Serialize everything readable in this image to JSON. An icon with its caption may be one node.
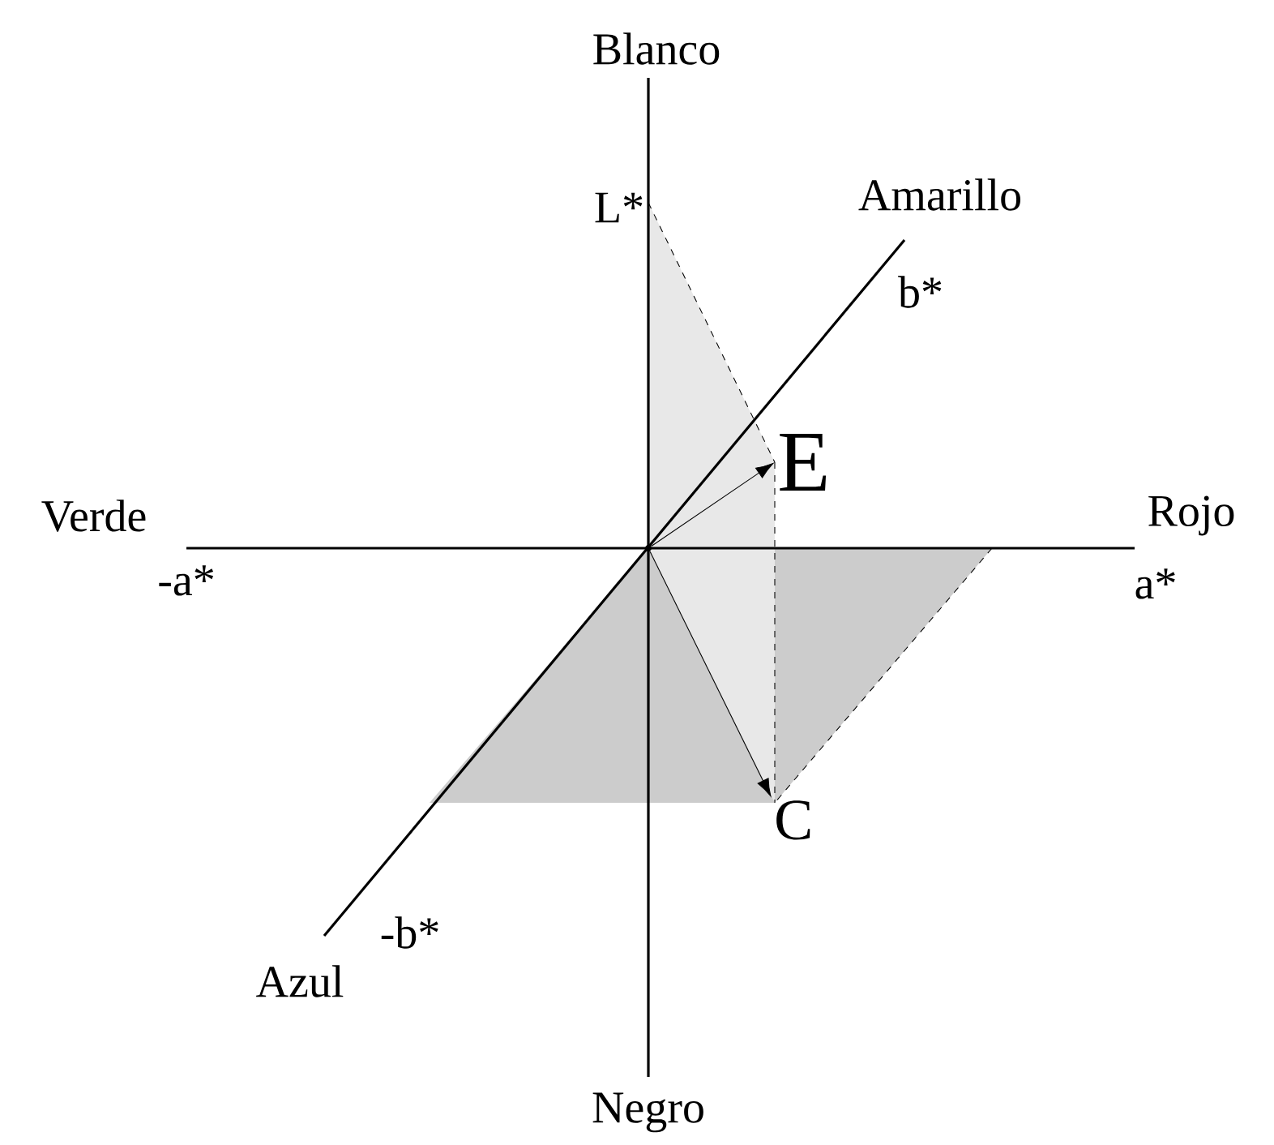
{
  "diagram": {
    "nodes": [
      {
        "text": [
          "E"
        ]
      },
      {
        "text": [
          "C"
        ]
      },
      {
        "text": [],
        "shape": "point"
      }
    ],
    "edges": [
      {
        "from": 2,
        "to": 0,
        "arrow": "to"
      },
      {
        "from": 2,
        "to": 1,
        "arrow": "to"
      }
    ],
    "labels": [
      "Blanco",
      "L*",
      "Amarillo",
      "b*",
      "Verde",
      "Rojo",
      "-a*",
      "a*",
      "-b*",
      "Azul",
      "Negro"
    ]
  }
}
